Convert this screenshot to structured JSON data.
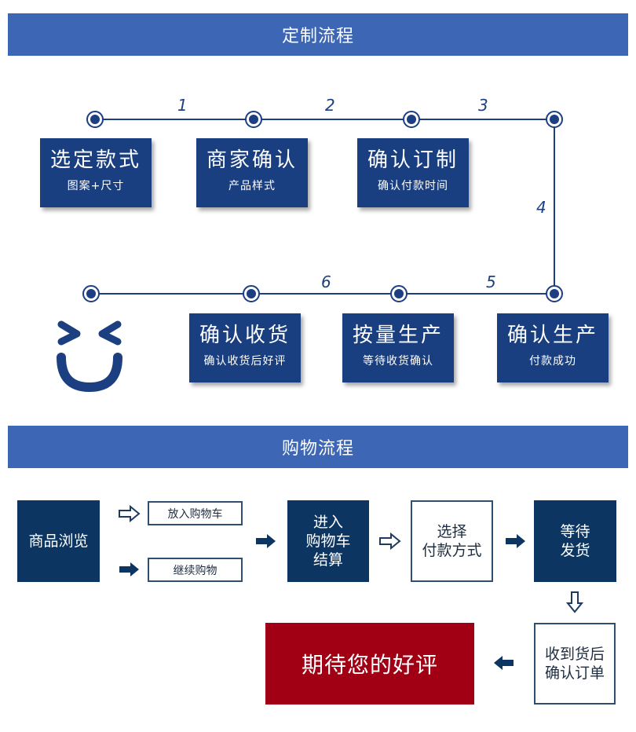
{
  "custom_section": {
    "title": "定制流程",
    "step_numbers": [
      "1",
      "2",
      "3",
      "4",
      "5",
      "6"
    ],
    "cards": [
      {
        "title": "选定款式",
        "subtitle": "图案+尺寸"
      },
      {
        "title": "商家确认",
        "subtitle": "产品样式"
      },
      {
        "title": "确认订制",
        "subtitle": "确认付款时间"
      },
      {
        "title": "确认生产",
        "subtitle": "付款成功"
      },
      {
        "title": "按量生产",
        "subtitle": "等待收货确认"
      },
      {
        "title": "确认收货",
        "subtitle": "确认收货后好评"
      }
    ],
    "smiley_icon": "smiley-face-icon"
  },
  "shopping_section": {
    "title": "购物流程",
    "browse": "商品浏览",
    "add_to_cart": "放入购物车",
    "continue_shopping": "继续购物",
    "checkout": [
      "进入",
      "购物车",
      "结算"
    ],
    "choose_payment": [
      "选择",
      "付款方式"
    ],
    "await_shipping": [
      "等待",
      "发货"
    ],
    "confirm_order": [
      "收到货后",
      "确认订单"
    ],
    "review": "期待您的好评"
  },
  "colors": {
    "banner": "#3d66b5",
    "card": "#1a3f80",
    "dark_box": "#0d3561",
    "review_red": "#a10014"
  }
}
